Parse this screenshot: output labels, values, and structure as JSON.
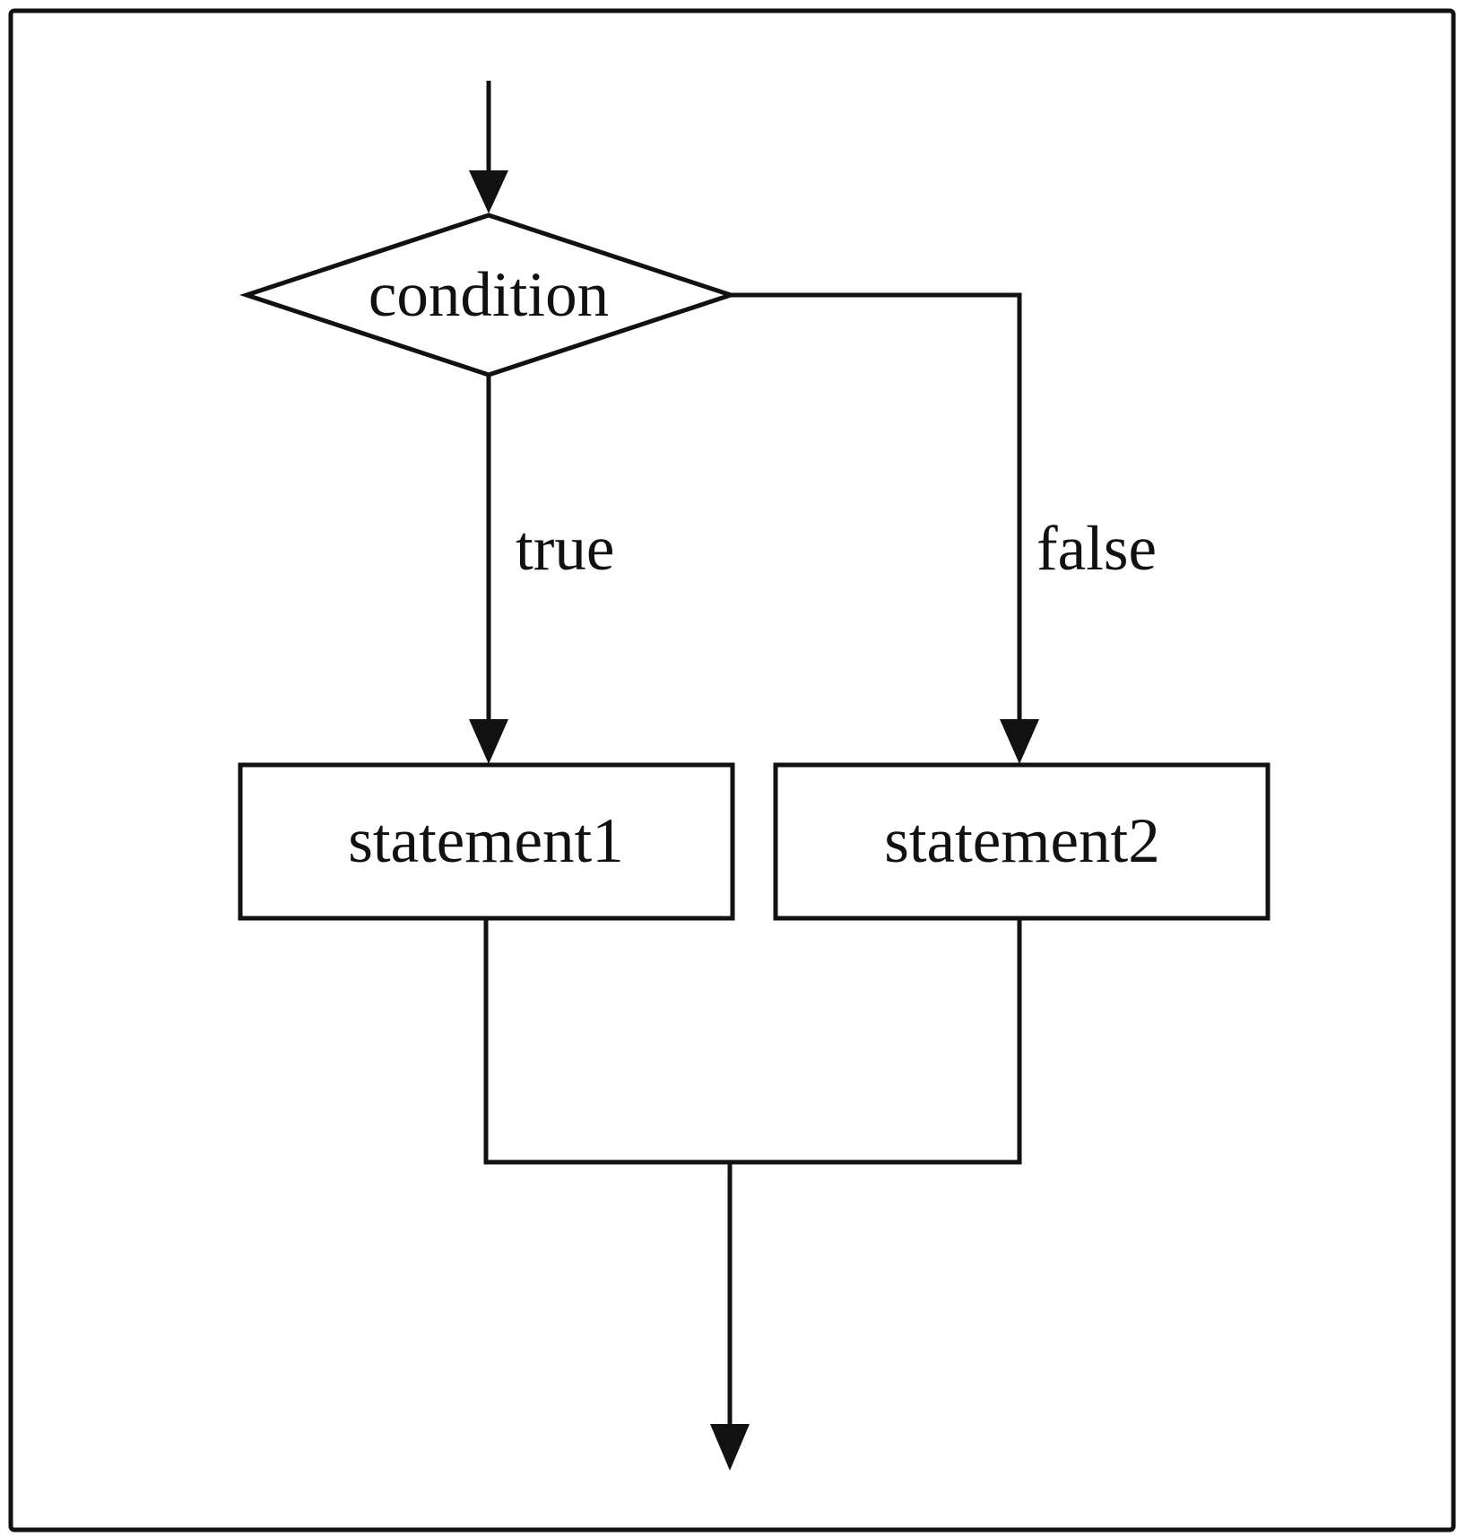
{
  "diagram": {
    "decision": {
      "label": "condition"
    },
    "branches": {
      "true_label": "true",
      "false_label": "false"
    },
    "nodes": {
      "statement1": "statement1",
      "statement2": "statement2"
    }
  },
  "colors": {
    "stroke": "#111111",
    "background": "#ffffff"
  }
}
